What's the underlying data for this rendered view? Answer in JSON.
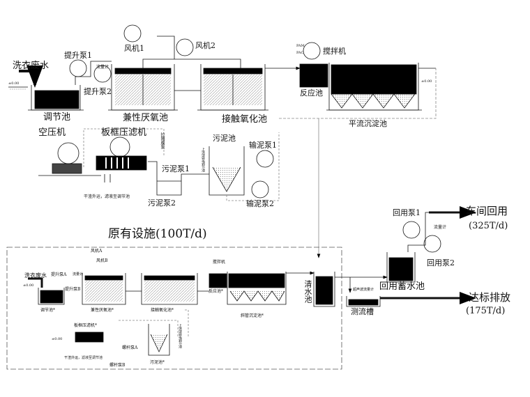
{
  "colors": {
    "line": "#111111",
    "dash": "#888888",
    "fill": "#000000"
  },
  "new_system": {
    "laundry_wastewater": "洗衣废水",
    "level_mark": "±0.00",
    "equalization_tank": "调节池",
    "lift_pump_1": "提升泵1",
    "lift_pump_2": "提升泵2",
    "flowmeter": "流量计",
    "blower_1": "风机1",
    "blower_2": "风机2",
    "anoxic_tank": "兼性厌氧池",
    "contact_oxidation_tank": "接触氧化池",
    "pam": "PAM",
    "pac": "PAC",
    "mixer": "搅拌机",
    "reaction_tank": "反应池",
    "sedimentation_tank": "平流沉淀池",
    "air_compressor": "空压机",
    "filter_press": "板框压滤机",
    "diaphragm_pump": "拉隔膜泵",
    "sludge_pump_1": "污泥泵1",
    "sludge_pump_2": "污泥泵2",
    "filter_note": "干渣外运，滤液至调节池",
    "sludge_tank": "污泥池",
    "supernatant_note": "上清液至调节池",
    "sludge_transfer_pump_1": "输泥泵1",
    "sludge_transfer_pump_2": "输泥泵2"
  },
  "existing": {
    "title": "原有设施(100T/d)",
    "laundry_wastewater": "洗衣废水",
    "lift_pump_a": "提升泵A",
    "lift_pump_b": "提升泵B",
    "flowmeter": "流量计",
    "equalization_tank": "调节池*",
    "blower_a": "风机A",
    "blower_b": "风机B",
    "anoxic_tank": "兼性厌氧池*",
    "contact_oxidation_tank": "接触氧化池*",
    "mixer": "搅拌机",
    "reaction_tank": "反应池*",
    "inclined_tube_tank": "斜管沉淀池*",
    "filter_press": "板框压滤机*",
    "filter_note": "干渣外运，滤液至调节池",
    "screw_pump_a": "螺杆泵A",
    "screw_pump_b": "螺杆泵B",
    "sludge_tank": "污泥池*",
    "supernatant_note": "上清液至调节池",
    "level_mark": "±0.00"
  },
  "outlet": {
    "clear_water_tank": "清水池",
    "reuse_pump_1": "回用泵1",
    "reuse_pump_2": "回用泵2",
    "flowmeter": "流量计",
    "reuse_storage_tank": "回用蓄水池",
    "ultrasonic_flowmeter": "超声波流量计",
    "flow_channel": "测流槽",
    "workshop_reuse": "车间回用",
    "workshop_reuse_flow": "(325T/d)",
    "discharge": "达标排放",
    "discharge_flow": "(175T/d)"
  }
}
